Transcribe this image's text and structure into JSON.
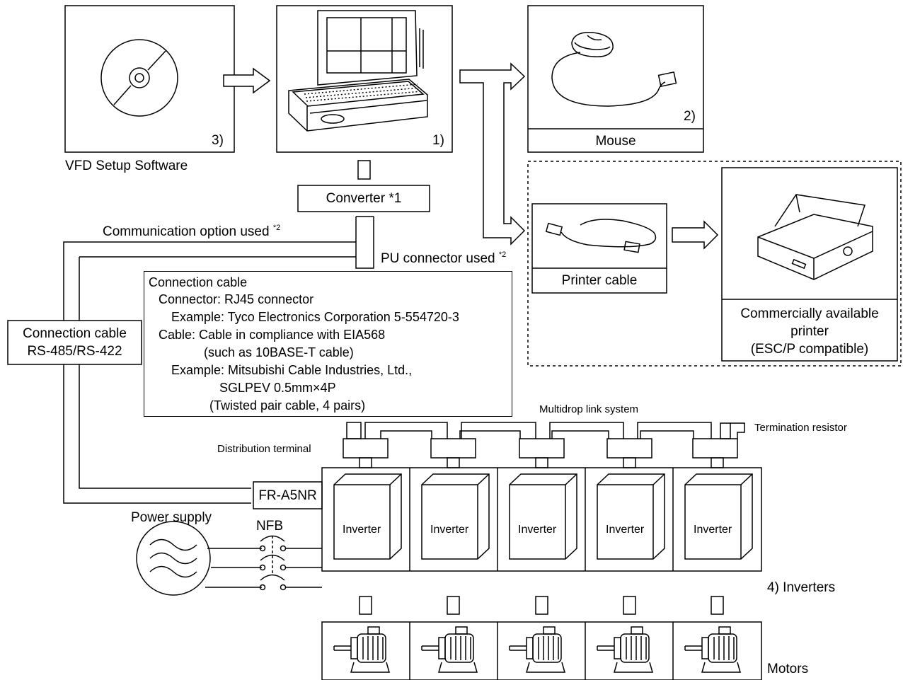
{
  "labels": {
    "vfd_setup": "VFD Setup Software",
    "num_3": "3)",
    "num_1": "1)",
    "num_2": "2)",
    "mouse": "Mouse",
    "converter": "Converter  *1",
    "comm_option": "Communication option used",
    "comm_option_note": "*2",
    "pu_connector": "PU connector used",
    "pu_connector_note": "*2",
    "printer_cable": "Printer cable",
    "printer_line1": "Commercially available",
    "printer_line2": "printer",
    "printer_line3": "(ESC/P compatible)",
    "conn_cable_line1": "Connection cable",
    "conn_cable_line2": "RS-485/RS-422",
    "multidrop": "Multidrop link system",
    "termination": "Termination resistor",
    "distribution": "Distribution terminal",
    "fr_a5nr": "FR-A5NR",
    "power_supply": "Power supply",
    "nfb": "NFB",
    "inverter": "Inverter",
    "inverters": "4) Inverters",
    "motors": "Motors"
  },
  "cable_info": {
    "lines": [
      "Connection cable",
      "Connector: RJ45 connector",
      "Example: Tyco Electronics Corporation 5-554720-3",
      "Cable: Cable in compliance with EIA568",
      "(such as 10BASE-T cable)",
      "Example: Mitsubishi Cable Industries, Ltd.,",
      "SGLPEV 0.5mm×4P",
      "(Twisted pair cable, 4 pairs)"
    ]
  },
  "icons": [
    "cd-rom-icon",
    "laptop-icon",
    "mouse-icon",
    "printer-cable-icon",
    "printer-icon",
    "ac-source-icon",
    "motor-icon",
    "arrow-icon"
  ]
}
